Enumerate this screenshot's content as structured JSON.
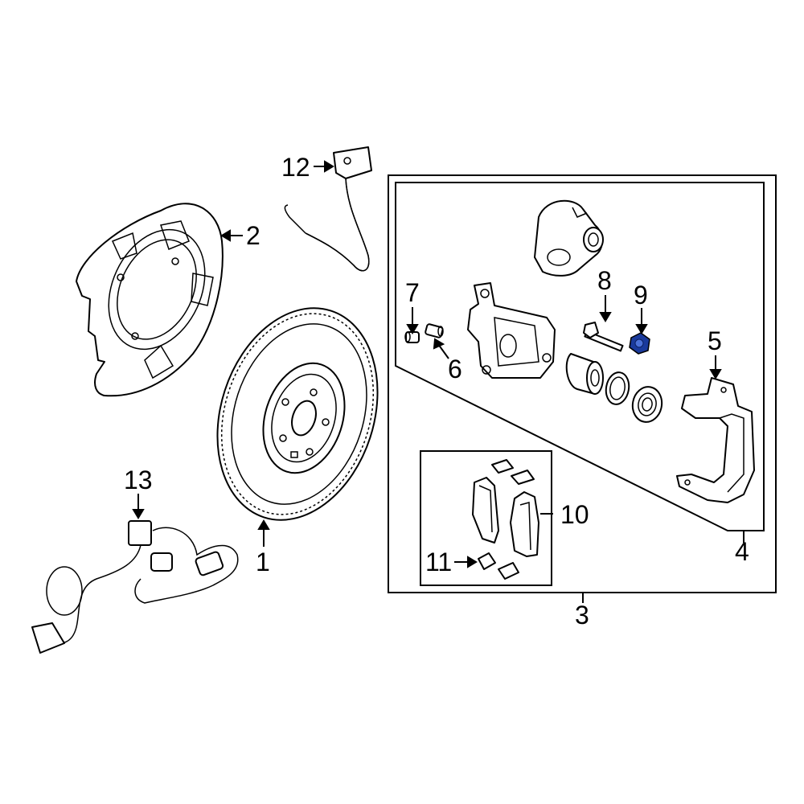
{
  "callouts": {
    "c1": "1",
    "c2": "2",
    "c3": "3",
    "c4": "4",
    "c5": "5",
    "c6": "6",
    "c7": "7",
    "c8": "8",
    "c9": "9",
    "c10": "10",
    "c11": "11",
    "c12": "12",
    "c13": "13"
  },
  "colors": {
    "highlight_nut": "#1a3a9c",
    "line": "#000000",
    "background": "#ffffff"
  }
}
